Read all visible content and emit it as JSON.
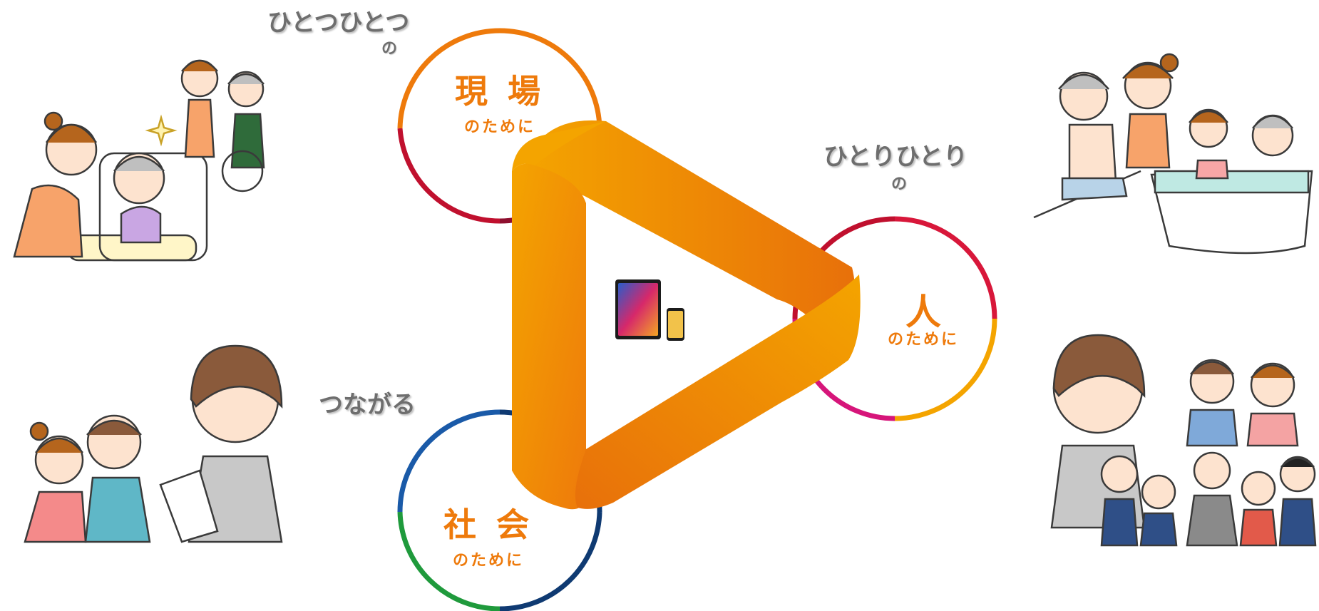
{
  "labels": {
    "top_left_heading": "ひとつひとつ",
    "top_left_no": "の",
    "right_heading": "ひとりひとり",
    "right_no": "の",
    "left_connect": "つながる"
  },
  "circles": [
    {
      "title": "現 場",
      "subtitle": "のために"
    },
    {
      "title": "人",
      "subtitle": "のために"
    },
    {
      "title": "社 会",
      "subtitle": "のために"
    }
  ],
  "colors": {
    "accent_orange": "#ee7a0b",
    "triangle_light": "#f4a400",
    "triangle_dark": "#e8700a",
    "ring_red": "#c0102e",
    "ring_magenta": "#d6157a",
    "ring_green": "#1f9a3c",
    "ring_navy": "#0f3a72",
    "heading_gray": "#6e6e6e"
  },
  "icons": [
    "tablet-icon",
    "smartphone-icon"
  ],
  "illustrations": [
    "caregivers-and-elderly-illustration",
    "bath-care-illustration",
    "family-consultation-illustration",
    "team-of-staff-illustration"
  ]
}
